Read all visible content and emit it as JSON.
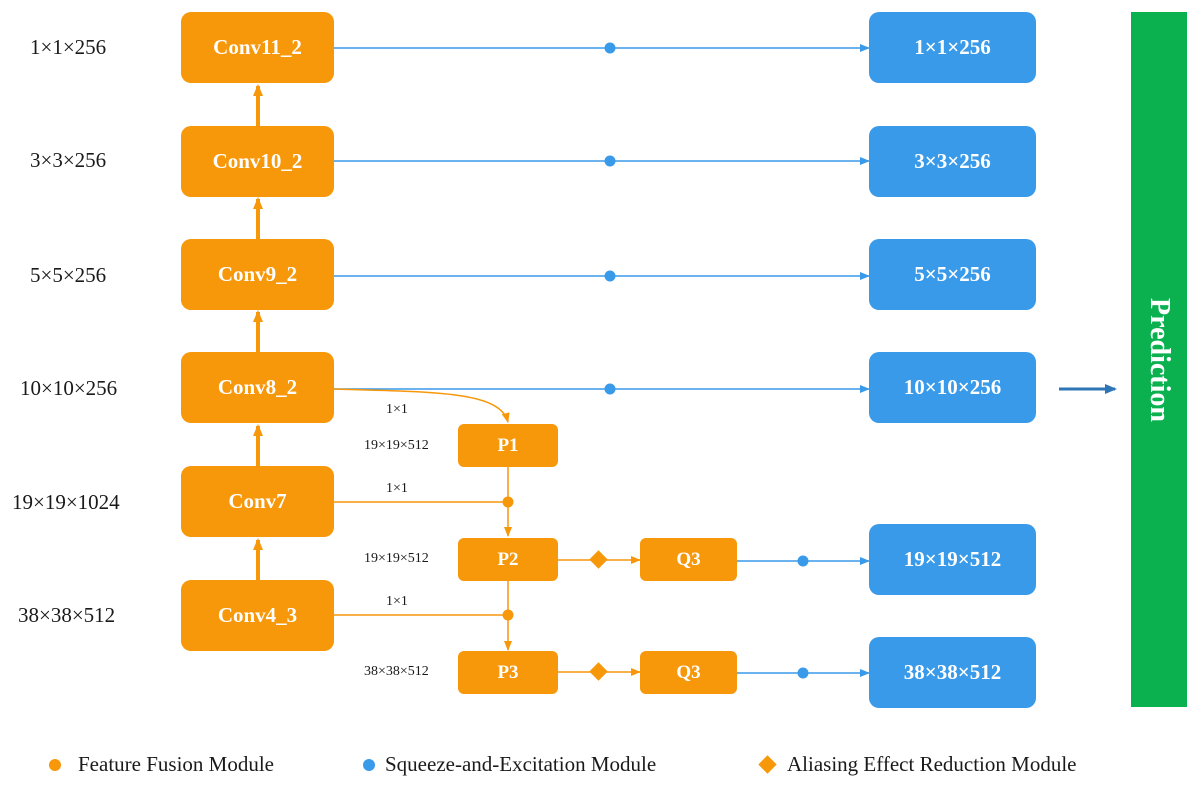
{
  "conv_blocks": [
    {
      "id": "conv11",
      "label": "Conv11_2",
      "dim": "1×1×256"
    },
    {
      "id": "conv10",
      "label": "Conv10_2",
      "dim": "3×3×256"
    },
    {
      "id": "conv9",
      "label": "Conv9_2",
      "dim": "5×5×256"
    },
    {
      "id": "conv8",
      "label": "Conv8_2",
      "dim": "10×10×256"
    },
    {
      "id": "conv7",
      "label": "Conv7",
      "dim": "19×19×1024"
    },
    {
      "id": "conv4",
      "label": "Conv4_3",
      "dim": "38×38×512"
    }
  ],
  "se_outputs": [
    {
      "label": "1×1×256"
    },
    {
      "label": "3×3×256"
    },
    {
      "label": "5×5×256"
    },
    {
      "label": "10×10×256"
    },
    {
      "label": "19×19×512"
    },
    {
      "label": "38×38×512"
    }
  ],
  "fusion": {
    "p1": {
      "label": "P1",
      "dim": "19×19×512"
    },
    "p2": {
      "label": "P2",
      "dim": "19×19×512"
    },
    "p3": {
      "label": "P3",
      "dim": "38×38×512"
    },
    "q3_a": {
      "label": "Q3"
    },
    "q3_b": {
      "label": "Q3"
    },
    "kernel_labels": [
      "1×1",
      "1×1",
      "1×1"
    ]
  },
  "prediction": {
    "label": "Prediction"
  },
  "legend": {
    "feature_fusion": "Feature Fusion Module",
    "squeeze_excitation": "Squeeze-and-Excitation Module",
    "aliasing": "Aliasing Effect Reduction Module"
  },
  "colors": {
    "orange": "#f7970a",
    "blue": "#3a9aea",
    "green": "#0bb14f",
    "arrow_blue": "#2e75b6"
  }
}
